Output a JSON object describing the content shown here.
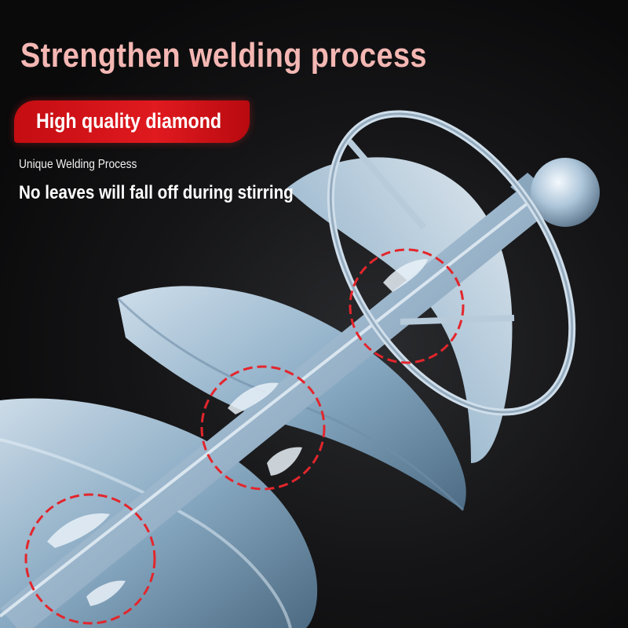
{
  "headline": {
    "text": "Strengthen welding process",
    "color": "#f4b7b3"
  },
  "badge": {
    "text": "High quality diamond",
    "color": "#d8141a"
  },
  "subtitle": {
    "text": "Unique Welding Process"
  },
  "body": {
    "text": "No leaves will fall off during stirring"
  },
  "product": {
    "subject": "spiral mixer paddle",
    "icon": "spiral-mixer-image"
  },
  "highlights": {
    "style": "red dashed circles marking weld points",
    "count": 3,
    "color": "#e3262c"
  }
}
